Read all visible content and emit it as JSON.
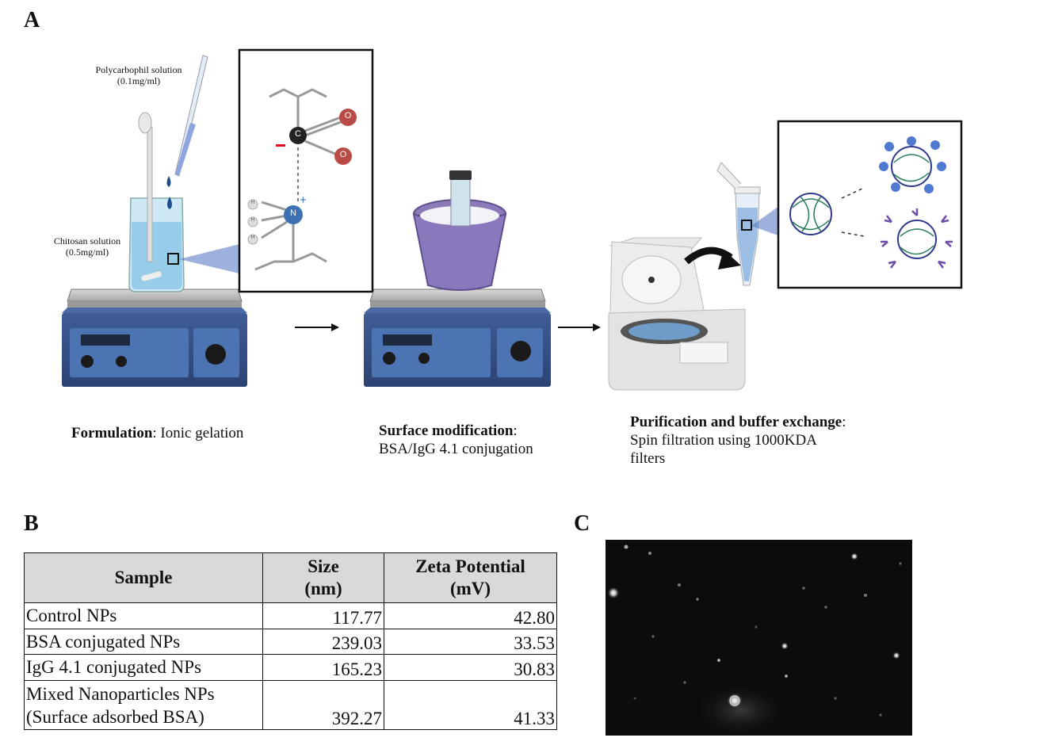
{
  "panels": {
    "a": "A",
    "b": "B",
    "c": "C"
  },
  "labels": {
    "polycarbophil": "Polycarbophil solution",
    "polycarbophil_conc": "(0.1mg/ml)",
    "chitosan": "Chitosan solution",
    "chitosan_conc": "(0.5mg/ml)",
    "atom_c": "C",
    "atom_o1": "O",
    "atom_o2": "O",
    "atom_n": "N",
    "atom_h1": "H",
    "atom_h2": "H",
    "atom_h3": "H",
    "charge_minus": "−",
    "charge_plus": "+"
  },
  "captions": {
    "step1_bold": "Formulation",
    "step1_rest": ": Ionic gelation",
    "step2_bold": "Surface modification",
    "step2_rest": ":",
    "step2_line2": "BSA/IgG 4.1 conjugation",
    "step3_bold": "Purification and buffer exchange",
    "step3_rest": ":",
    "step3_line2": "Spin filtration using 1000KDA",
    "step3_line3": "filters"
  },
  "table": {
    "headers": [
      {
        "l1": "Sample",
        "l2": ""
      },
      {
        "l1": "Size",
        "l2": "(nm)"
      },
      {
        "l1": "Zeta Potential",
        "l2": "(mV)"
      }
    ],
    "rows": [
      {
        "sample": "Control NPs",
        "sample2": "",
        "size": "117.77",
        "zeta": "42.80"
      },
      {
        "sample": "BSA conjugated NPs",
        "sample2": "",
        "size": "239.03",
        "zeta": "33.53"
      },
      {
        "sample": "IgG 4.1 conjugated NPs",
        "sample2": "",
        "size": "165.23",
        "zeta": "30.83"
      },
      {
        "sample": "Mixed Nanoparticles NPs",
        "sample2": "(Surface adsorbed BSA)",
        "size": "392.27",
        "zeta": "41.33"
      }
    ]
  }
}
